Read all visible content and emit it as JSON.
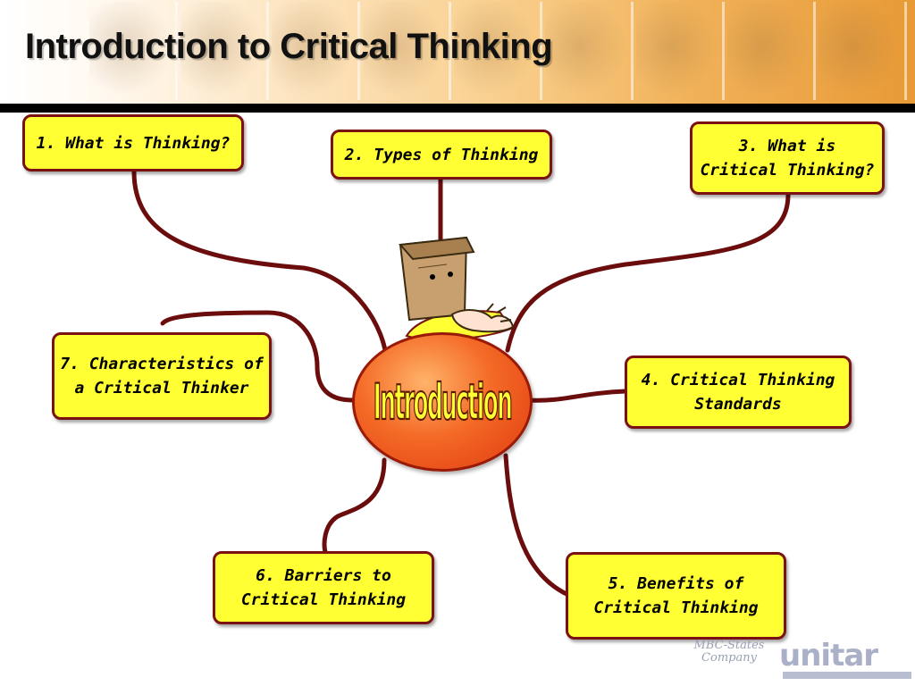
{
  "slide": {
    "title": "Introduction to Critical Thinking"
  },
  "diagram": {
    "center_label": "Introduction",
    "nodes": [
      {
        "id": "n1",
        "label": "1. What is Thinking?"
      },
      {
        "id": "n2",
        "label": "2. Types of Thinking"
      },
      {
        "id": "n3",
        "label": "3. What is\nCritical Thinking?"
      },
      {
        "id": "n4",
        "label": "4. Critical Thinking\nStandards"
      },
      {
        "id": "n5",
        "label": "5. Benefits of\nCritical Thinking"
      },
      {
        "id": "n6",
        "label": "6. Barriers to\nCritical Thinking"
      },
      {
        "id": "n7",
        "label": "7. Characteristics of\na Critical Thinker"
      }
    ]
  },
  "logos": {
    "mbc": {
      "line1": "MBC-States",
      "line2": "Company"
    },
    "unitar": {
      "word": "unitar"
    }
  },
  "colors": {
    "node_fill": "#ffff33",
    "node_border": "#7a1212",
    "connector": "#6b0d0d",
    "center_fill": "#f46a26",
    "center_text": "#ffff33"
  },
  "icons": {
    "thinker": "paper-bag-head-thinker-icon"
  }
}
